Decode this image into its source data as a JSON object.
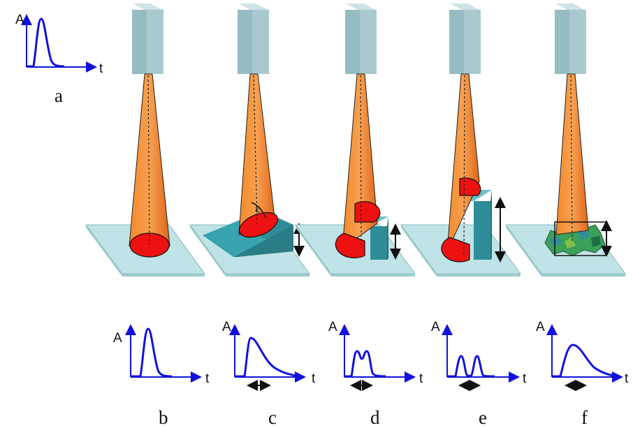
{
  "axis": {
    "y_label": "A",
    "x_label": "t"
  },
  "angle_symbol": "ε",
  "panels": [
    {
      "id": "a",
      "label": "a"
    },
    {
      "id": "b",
      "label": "b"
    },
    {
      "id": "c",
      "label": "c"
    },
    {
      "id": "d",
      "label": "d"
    },
    {
      "id": "e",
      "label": "e"
    },
    {
      "id": "f",
      "label": "f"
    }
  ],
  "colors": {
    "sensor": "#a9c9cf",
    "beam": "#f07a1a",
    "footprint": "#ee1111",
    "plate": "#bfe3e6",
    "block": "#2f8d99",
    "signal": "#1111dd",
    "rough_surface": "#3aa05a"
  }
}
